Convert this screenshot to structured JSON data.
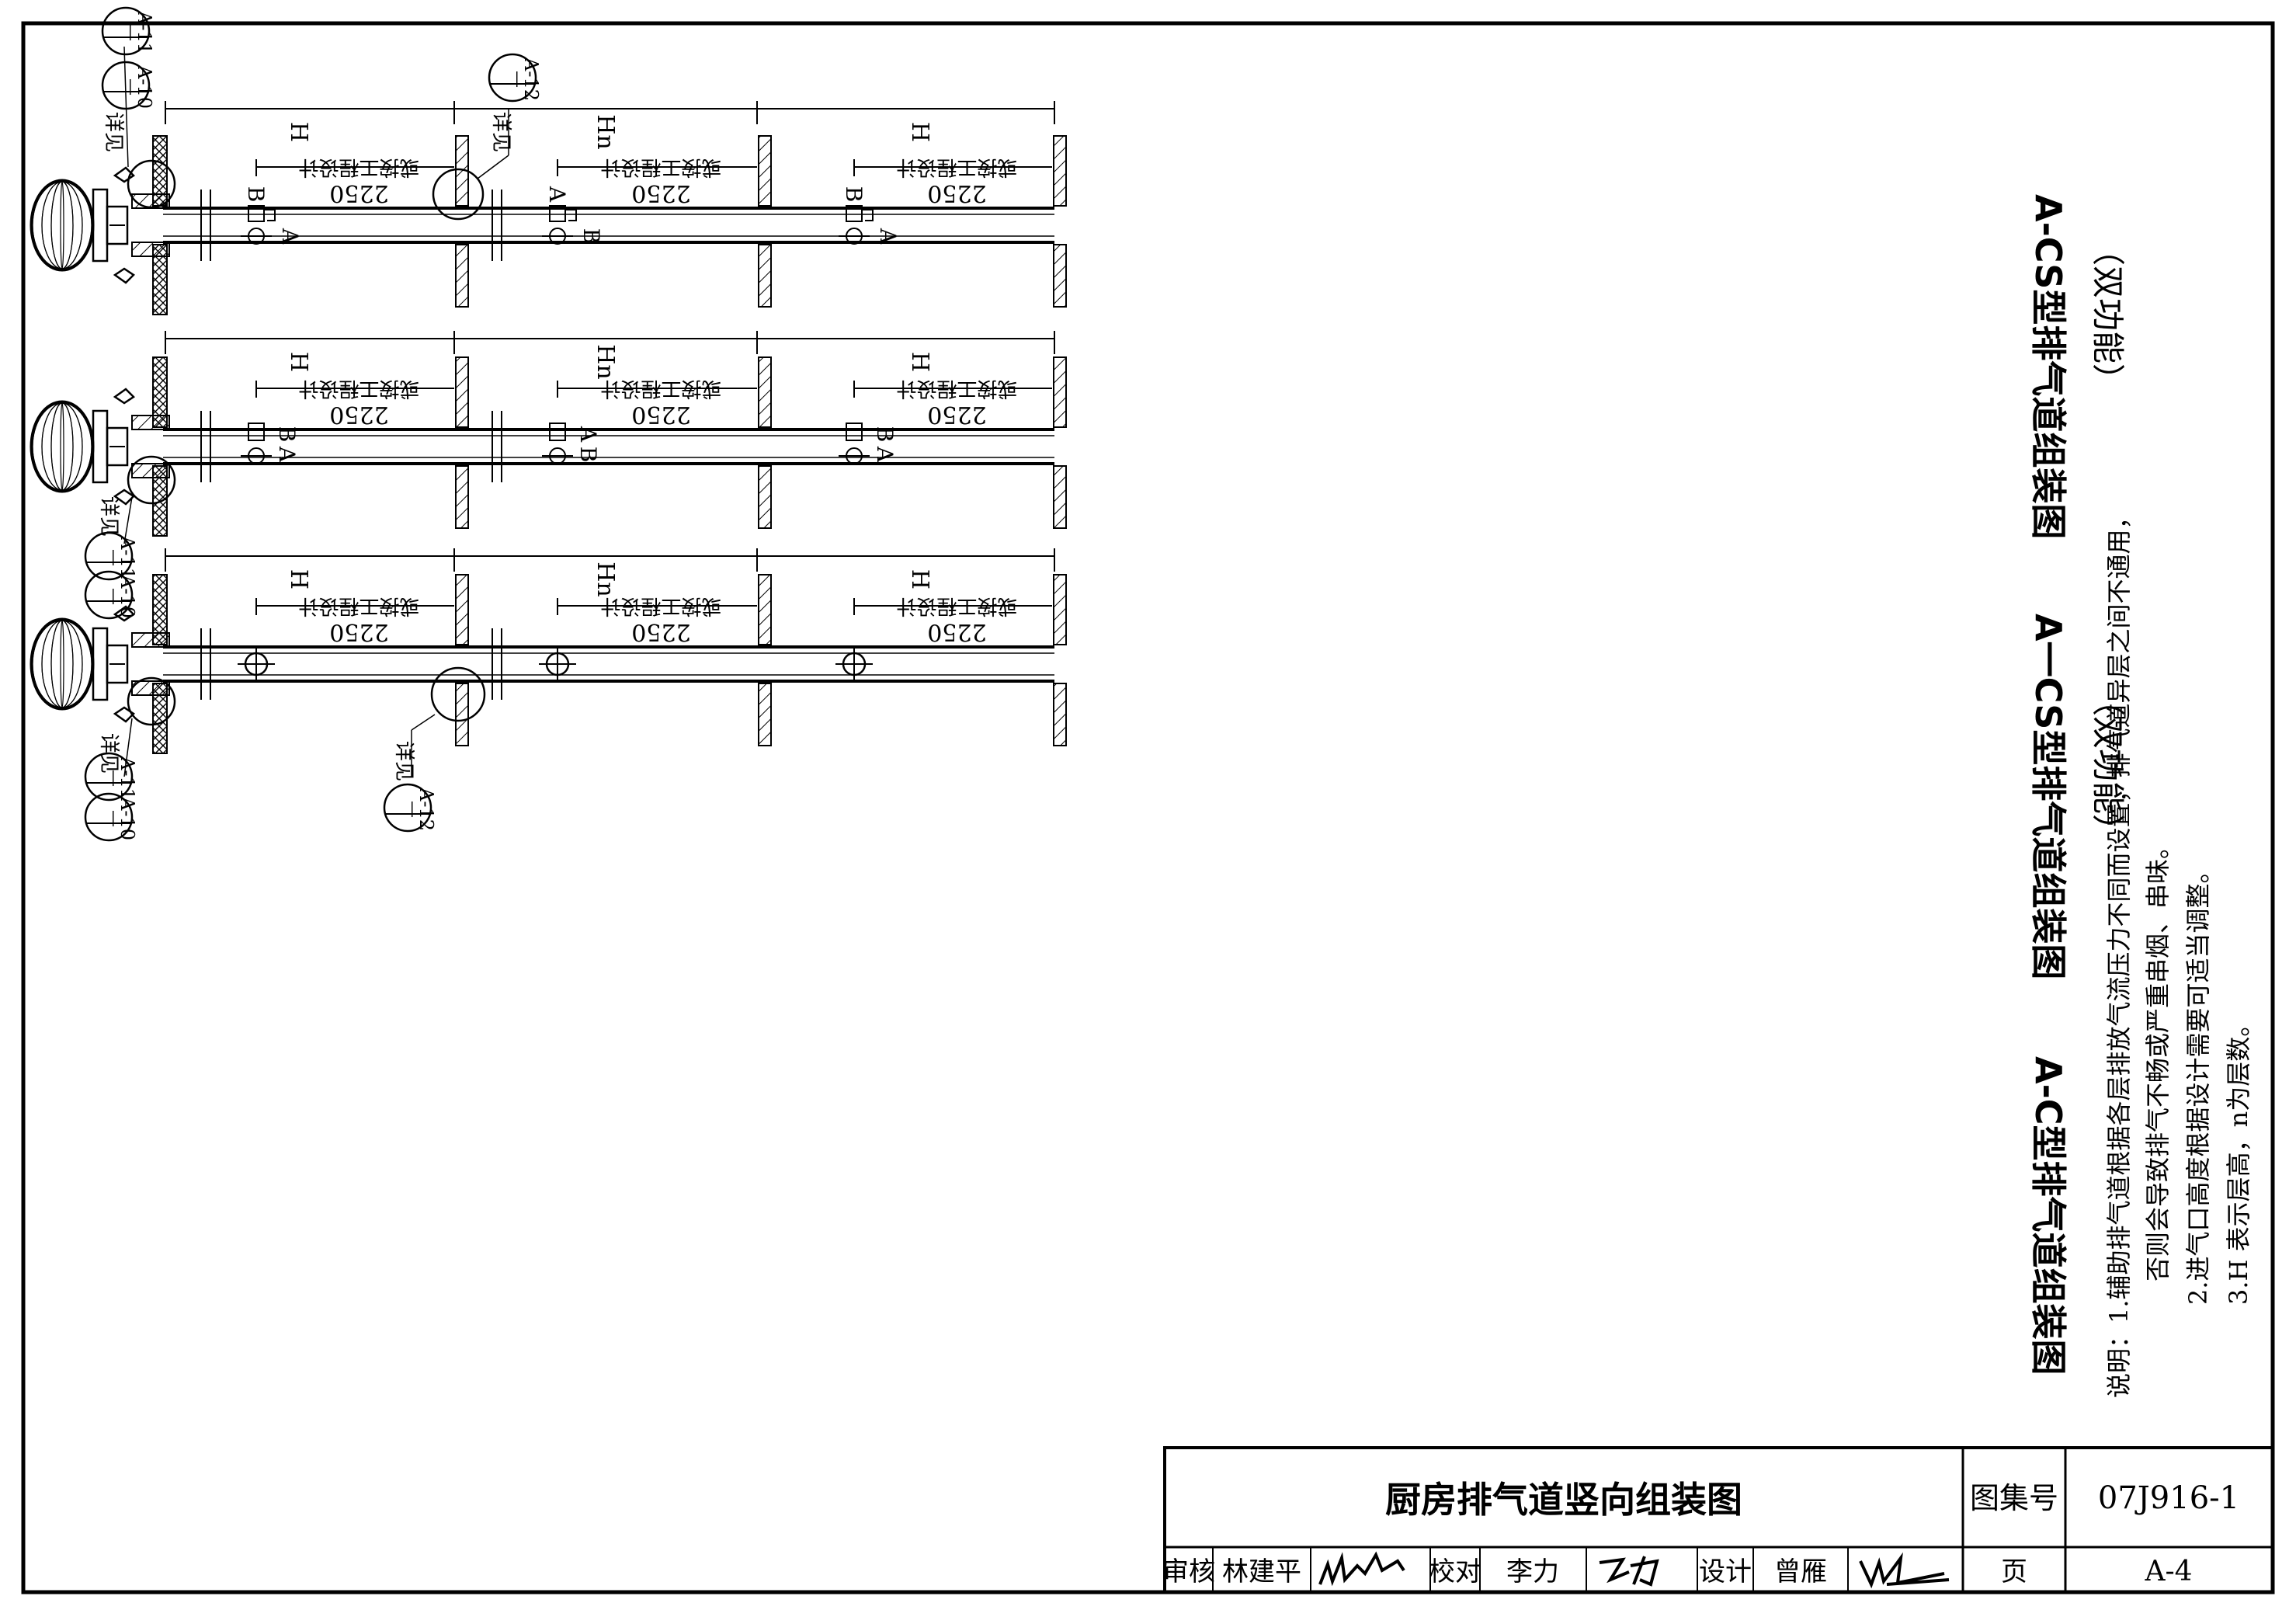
{
  "sheet": {
    "title": "厨房排气道竖向组装图",
    "atlas_label": "图集号",
    "atlas_no": "07J916-1",
    "page_label": "页",
    "page_no": "A-4",
    "review_label": "审核",
    "reviewer": "林建平",
    "check_label": "校对",
    "checker": "李力",
    "design_label": "设计",
    "designer": "曾雁"
  },
  "labels": {
    "floor_h": "H",
    "floor_hn": "Hn",
    "dim_2250": "2250",
    "dim_note": "或按工程设计",
    "detail_see": "详见",
    "valve_a": "A",
    "valve_b": "B"
  },
  "refs": {
    "a10": "A-10",
    "a11": "A-11",
    "a12": "A-12",
    "dash": "—"
  },
  "rows": [
    {
      "title": "A-CS型排气道组装图",
      "subtitle": "（双功能）"
    },
    {
      "title": "A一CS型排气道组装图",
      "subtitle": "（双功能）"
    },
    {
      "title": "A-C型排气道组装图",
      "subtitle": ""
    }
  ],
  "notes": [
    "说明：1.辅助排气道根据各层排放气流压力不同而设置，排气道异层之间不通用，",
    "否则会导致排气不畅或严重串烟、串味。",
    "2.进气口高度根据设计需要可适当调整。",
    "3.H 表示层高，n为层数。"
  ]
}
